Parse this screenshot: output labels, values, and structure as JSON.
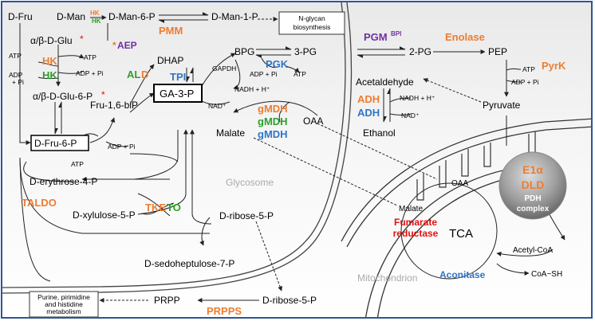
{
  "metabolites": {
    "d_fru": "D-Fru",
    "d_man": "D-Man",
    "d_man_6_p": "D-Man-6-P",
    "d_man_1_p": "D-Man-1-P",
    "ab_d_glu": "α/β-D-Glu",
    "ab_d_glu_6_p": "α/β-D-Glu-6-P",
    "d_fru_6_p": "D-Fru-6-P",
    "fru_16_bip": "Fru-1,6-biP",
    "dhap": "DHAP",
    "ga_3_p": "GA-3-P",
    "bpg": "BPG",
    "pg3": "3-PG",
    "pg2": "2-PG",
    "pep": "PEP",
    "pyruvate": "Pyruvate",
    "acetaldehyde": "Acetaldehyde",
    "ethanol": "Ethanol",
    "malate_glyco": "Malate",
    "oaa_glyco": "OAA",
    "oaa_mito": "OAA",
    "malate_mito": "Malate",
    "acetyl_coa": "Acetyl-CoA",
    "coa_sh": "CoA~SH",
    "d_erythrose_4_p": "D-erythrose-4-P",
    "d_xylulose_5_p": "D-xylulose-5-P",
    "d_ribose_5_p_a": "D-ribose-5-P",
    "d_sedoheptulose_7_p": "D-sedoheptulose-7-P",
    "d_ribose_5_p_b": "D-ribose-5-P",
    "prpp": "PRPP"
  },
  "boxes": {
    "n_glycan": "N-glycan\nbiosynthesis",
    "purine": "Purine, pirimidine\nand histidine\nmetabolism"
  },
  "cofactors": {
    "atp": "ATP",
    "adp_pi": "ADP + Pi",
    "adp": "ADP",
    "pi": "+ Pi",
    "nadh_h": "NADH + H⁺",
    "nad": "NAD⁺",
    "gapdh": "GAPDH",
    "asterisk": "*"
  },
  "enzymes": {
    "hk": "HK",
    "pmm": "PMM",
    "aep": "*AEP",
    "ald": "ALD",
    "tpi": "TPI",
    "pgk": "PGK",
    "pgm": "PGM",
    "pgm_sup": "BPI",
    "enolase": "Enolase",
    "pyrk": "PyrK",
    "adh": "ADH",
    "gmdh": "gMDH",
    "tketo": "TKETO",
    "taldo": "TALDO",
    "prpps": "PRPPS",
    "fumarate_reductase": "Fumarate\nreductase",
    "aconitase": "Aconitase",
    "e1a": "E1α",
    "dld": "DLD",
    "pdh_complex": "PDH\ncomplex"
  },
  "compartments": {
    "glycosome": "Glycosome",
    "mitochondrion": "Mitochondrion",
    "tca": "TCA"
  },
  "colors": {
    "border": "#2f5597",
    "orange": "#ed7d31",
    "green": "#2e9e2e",
    "blue": "#2e75c8",
    "purple": "#7030a0",
    "red": "#e01010"
  }
}
